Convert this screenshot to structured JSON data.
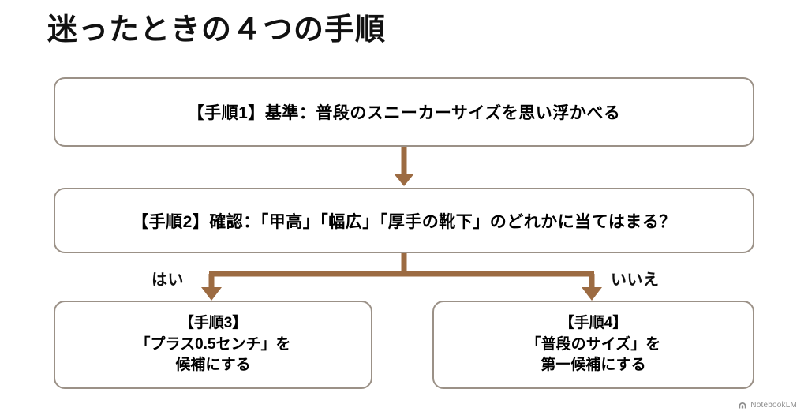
{
  "page": {
    "title": "迷ったときの４つの手順",
    "background_color": "#ffffff",
    "box_border_color": "#9b9187",
    "arrow_color": "#9c6b42",
    "text_color": "#000000"
  },
  "flowchart": {
    "type": "flowchart",
    "orientation": "top-down",
    "nodes": [
      {
        "id": "step1",
        "label": "【手順1】基準：普段のスニーカーサイズを思い浮かべる",
        "shape": "rounded-rect"
      },
      {
        "id": "step2",
        "label": "【手順2】確認：「甲高」「幅広」「厚手の靴下」のどれかに当てはまる？",
        "shape": "rounded-rect"
      },
      {
        "id": "step3",
        "label": "【手順3】\n「プラス0.5センチ」を\n候補にする",
        "shape": "rounded-rect"
      },
      {
        "id": "step4",
        "label": "【手順4】\n「普段のサイズ」を\n第一候補にする",
        "shape": "rounded-rect"
      }
    ],
    "edges": [
      {
        "from": "step1",
        "to": "step2",
        "label": ""
      },
      {
        "from": "step2",
        "to": "step3",
        "label": "はい"
      },
      {
        "from": "step2",
        "to": "step4",
        "label": "いいえ"
      }
    ],
    "branch_labels": {
      "yes": "はい",
      "no": "いいえ"
    }
  },
  "watermark": {
    "icon": "notebooklm-logo-icon",
    "text": "NotebookLM"
  }
}
